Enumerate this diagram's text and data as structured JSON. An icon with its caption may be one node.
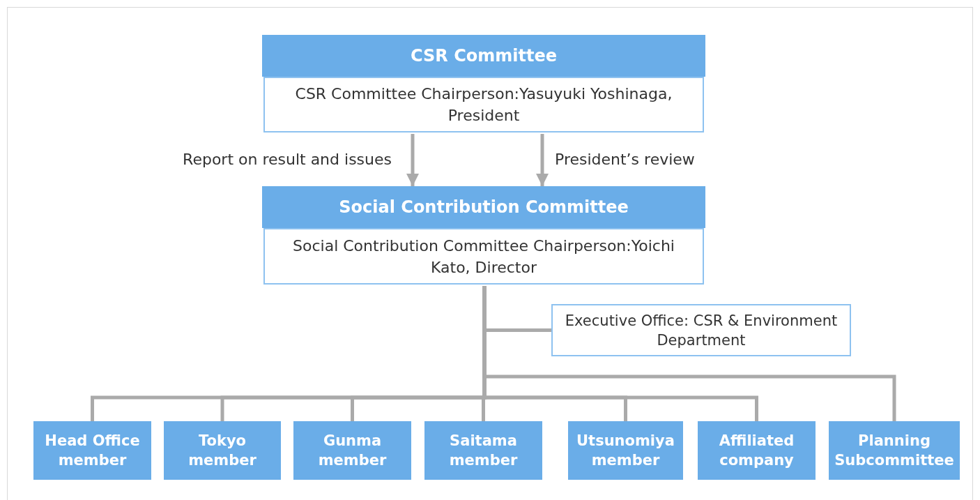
{
  "diagram": {
    "nodes": [
      {
        "text": [
          "CSR Committee",
          "CSR Committee Chairperson:Yasuyuki Yoshinaga, President"
        ]
      },
      {
        "text": [
          "Social Contribution Committee",
          "Social Contribution Committee Chairperson:Yoichi Kato, Director"
        ]
      },
      {
        "text": [
          "Executive Office: CSR & Environment Department"
        ]
      },
      {
        "text": [
          "Head Office member"
        ]
      },
      {
        "text": [
          "Tokyo member"
        ]
      },
      {
        "text": [
          "Gunma member"
        ]
      },
      {
        "text": [
          "Saitama member"
        ]
      },
      {
        "text": [
          "Utsunomiya member"
        ]
      },
      {
        "text": [
          "Affiliated company"
        ]
      },
      {
        "text": [
          "Planning Subcommittee"
        ]
      }
    ],
    "edges": [
      {
        "from": 0,
        "to": 1,
        "arrow": "to",
        "label": "Report on result and issues"
      },
      {
        "from": 0,
        "to": 1,
        "arrow": "to",
        "label": "President’s review"
      },
      {
        "from": 1,
        "to": 2,
        "arrow": "none"
      },
      {
        "from": 1,
        "to": 3,
        "arrow": "none"
      },
      {
        "from": 1,
        "to": 4,
        "arrow": "none"
      },
      {
        "from": 1,
        "to": 5,
        "arrow": "none"
      },
      {
        "from": 1,
        "to": 6,
        "arrow": "none"
      },
      {
        "from": 1,
        "to": 7,
        "arrow": "none"
      },
      {
        "from": 1,
        "to": 8,
        "arrow": "none"
      },
      {
        "from": 1,
        "to": 9,
        "arrow": "none"
      }
    ]
  }
}
